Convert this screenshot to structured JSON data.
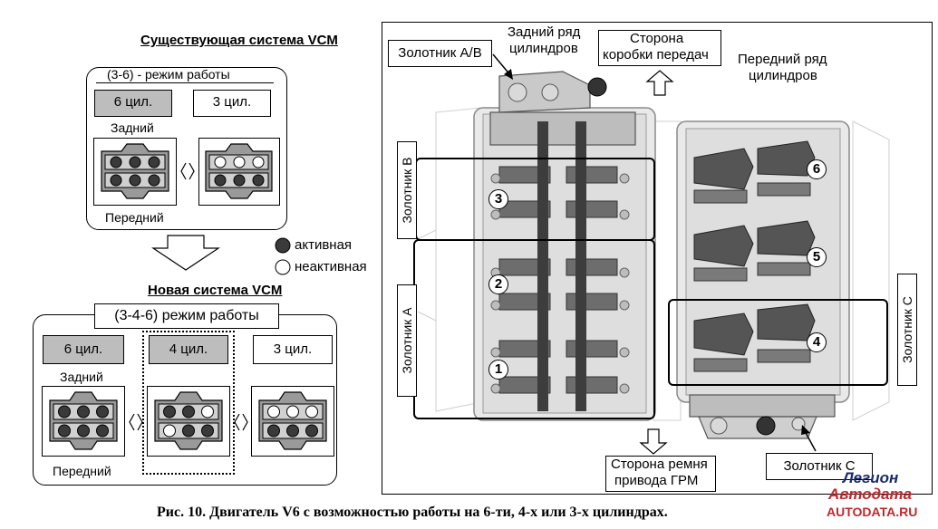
{
  "existing": {
    "title": "Существующая система VCM",
    "mode_label": "(3-6) - режим работы",
    "six_label": "6 цил.",
    "three_label": "3 цил.",
    "rear_label": "Задний",
    "front_label": "Передний"
  },
  "legend": {
    "active": "активная",
    "inactive": "неактивная"
  },
  "new_system": {
    "title": "Новая система VCM",
    "mode_label": "(3-4-6) режим работы",
    "six_label": "6 цил.",
    "four_label": "4 цил.",
    "three_label": "3 цил.",
    "rear_label": "Задний",
    "front_label": "Передний"
  },
  "engine": {
    "spool_ab": "Золотник A/B",
    "rear_row_line1": "Задний ряд",
    "rear_row_line2": "цилиндров",
    "gearbox_line1": "Сторона",
    "gearbox_line2": "коробки передач",
    "front_row_line1": "Передний ряд",
    "front_row_line2": "цилиндров",
    "spool_b": "Золотник В",
    "spool_a": "Золотник А",
    "spool_c_vertical": "Золотник С",
    "spool_c": "Золотник С",
    "belt_line1": "Сторона ремня",
    "belt_line2": "привода ГРМ",
    "cyl_numbers": [
      "1",
      "2",
      "3",
      "4",
      "5",
      "6"
    ]
  },
  "caption": "Рис. 10. Двигатель V6 с возможностью работы на 6-ти, 4-х или 3-х цилиндрах.",
  "logo": {
    "line1": "Легион",
    "line2": "Автодата",
    "line3": "AUTODATA.RU"
  },
  "colors": {
    "active": "#3a3a3a",
    "inactive": "#ffffff",
    "grey_box": "#bdbdbd",
    "logo_blue": "#1a2a6c",
    "logo_red": "#c0282d"
  }
}
